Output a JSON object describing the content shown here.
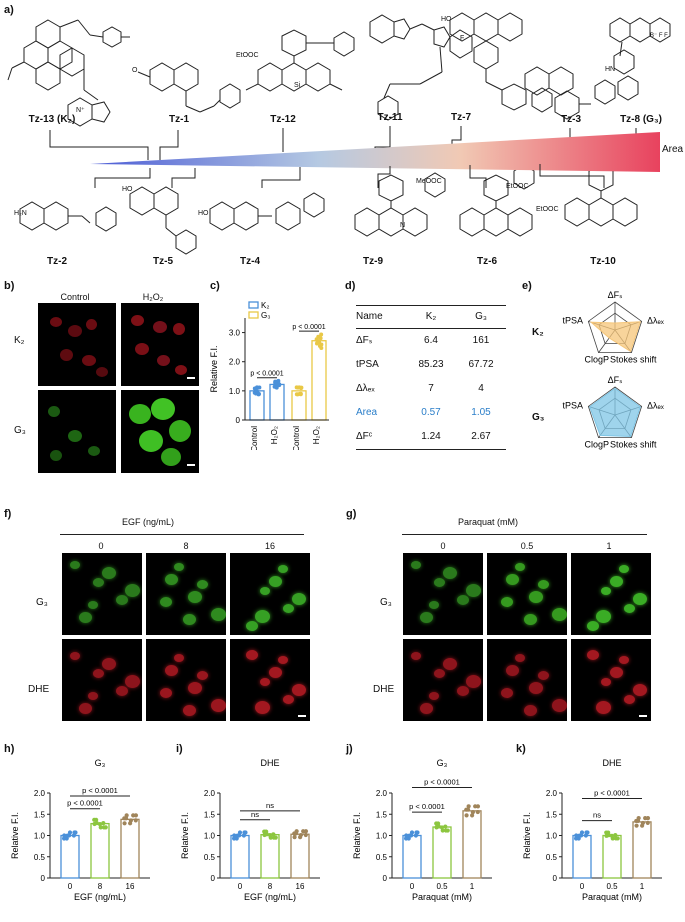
{
  "panels": {
    "a": "a)",
    "b": "b)",
    "c": "c)",
    "d": "d)",
    "e": "e)",
    "f": "f)",
    "g": "g)",
    "h": "h)",
    "i": "i)",
    "j": "j)",
    "k": "k)"
  },
  "a": {
    "top_compounds": [
      "Tz-13 (K₂)",
      "Tz-1",
      "Tz-12",
      "Tz-11",
      "Tz-7",
      "Tz-3",
      "Tz-8 (G₃)"
    ],
    "bottom_compounds": [
      "Tz-2",
      "Tz-5",
      "Tz-4",
      "Tz-9",
      "Tz-6",
      "Tz-10"
    ],
    "area_label": "Area",
    "structure_text": {
      "eto": "EtOOC",
      "meo": "MeOOC",
      "n_plus": "N⁺",
      "si": "Si",
      "oh": "HO",
      "nh2": "H₂N",
      "hn": "HN",
      "bf2": "B⁻ F F",
      "n": "N",
      "o": "O",
      "f": "F"
    }
  },
  "b": {
    "col_labels": [
      "Control",
      "H₂O₂"
    ],
    "row_labels": [
      "K₂",
      "G₃"
    ]
  },
  "c": {
    "chart_data": {
      "type": "bar",
      "ylabel": "Relative F.I.",
      "ylim": [
        0,
        3.5
      ],
      "yticks": [
        "0",
        "1.0",
        "2.0",
        "3.0"
      ],
      "categories": [
        "Control",
        "H₂O₂",
        "Control",
        "H₂O₂"
      ],
      "series": [
        {
          "name": "K₂",
          "color": "#4a90d9",
          "values": [
            1.0,
            1.22
          ]
        },
        {
          "name": "G₃",
          "color": "#e9c846",
          "values": [
            1.0,
            2.72
          ]
        }
      ],
      "annotations": [
        "p < 0.0001",
        "p < 0.0001"
      ]
    }
  },
  "d": {
    "header": [
      "Name",
      "K₂",
      "G₃"
    ],
    "rows": [
      [
        "ΔFₛ",
        "6.4",
        "161"
      ],
      [
        "tPSA",
        "85.23",
        "67.72"
      ],
      [
        "Δλₑₓ",
        "7",
        "4"
      ],
      [
        "Area",
        "0.57",
        "1.05"
      ],
      [
        "ΔFᶜ",
        "1.24",
        "2.67"
      ]
    ]
  },
  "e": {
    "axes": [
      "ΔFₛ",
      "Δλₑₓ",
      "Stokes shift",
      "ClogP",
      "tPSA"
    ],
    "row_labels": [
      "K₂",
      "G₃"
    ],
    "colors": {
      "k2": "#f5c67a",
      "g3": "#7fc6e6"
    }
  },
  "f": {
    "title": "EGF (ng/mL)",
    "cols": [
      "0",
      "8",
      "16"
    ],
    "rows": [
      "G₃",
      "DHE"
    ]
  },
  "g": {
    "title": "Paraquat (mM)",
    "cols": [
      "0",
      "0.5",
      "1"
    ],
    "rows": [
      "G₃",
      "DHE"
    ]
  },
  "h": {
    "chart_data": {
      "type": "bar",
      "title": "G₃",
      "ylabel": "Relative F.I.",
      "xlabel": "EGF (ng/mL)",
      "ylim": [
        0,
        2.0
      ],
      "yticks": [
        "0",
        "0.5",
        "1.0",
        "1.5",
        "2.0"
      ],
      "categories": [
        "0",
        "8",
        "16"
      ],
      "values": [
        1.0,
        1.28,
        1.38
      ],
      "color": "#4a90d9",
      "colors": [
        "#4a90d9",
        "#8cc63f",
        "#a0855b"
      ],
      "annotations": [
        "p < 0.0001",
        "p < 0.0001"
      ]
    }
  },
  "i": {
    "chart_data": {
      "type": "bar",
      "title": "DHE",
      "ylabel": "Relative F.I.",
      "xlabel": "EGF (ng/mL)",
      "ylim": [
        0,
        2.0
      ],
      "yticks": [
        "0",
        "0.5",
        "1.0",
        "1.5",
        "2.0"
      ],
      "categories": [
        "0",
        "8",
        "16"
      ],
      "values": [
        1.0,
        1.02,
        1.03
      ],
      "colors": [
        "#4a90d9",
        "#8cc63f",
        "#a0855b"
      ],
      "annotations": [
        "ns",
        "ns"
      ]
    }
  },
  "j": {
    "chart_data": {
      "type": "bar",
      "title": "G₃",
      "ylabel": "Relative F.I.",
      "xlabel": "Paraquat (mM)",
      "ylim": [
        0,
        2.0
      ],
      "yticks": [
        "0",
        "0.5",
        "1.0",
        "1.5",
        "2.0"
      ],
      "categories": [
        "0",
        "0.5",
        "1"
      ],
      "values": [
        1.0,
        1.2,
        1.58
      ],
      "colors": [
        "#4a90d9",
        "#8cc63f",
        "#a0855b"
      ],
      "annotations": [
        "p < 0.0001",
        "p < 0.0001"
      ]
    }
  },
  "k": {
    "chart_data": {
      "type": "bar",
      "title": "DHE",
      "ylabel": "Relative F.I.",
      "xlabel": "Paraquat (mM)",
      "ylim": [
        0,
        2.0
      ],
      "yticks": [
        "0",
        "0.5",
        "1.0",
        "1.5",
        "2.0"
      ],
      "categories": [
        "0",
        "0.5",
        "1"
      ],
      "values": [
        1.0,
        1.0,
        1.32
      ],
      "colors": [
        "#4a90d9",
        "#8cc63f",
        "#a0855b"
      ],
      "annotations": [
        "ns",
        "p < 0.0001"
      ]
    }
  }
}
